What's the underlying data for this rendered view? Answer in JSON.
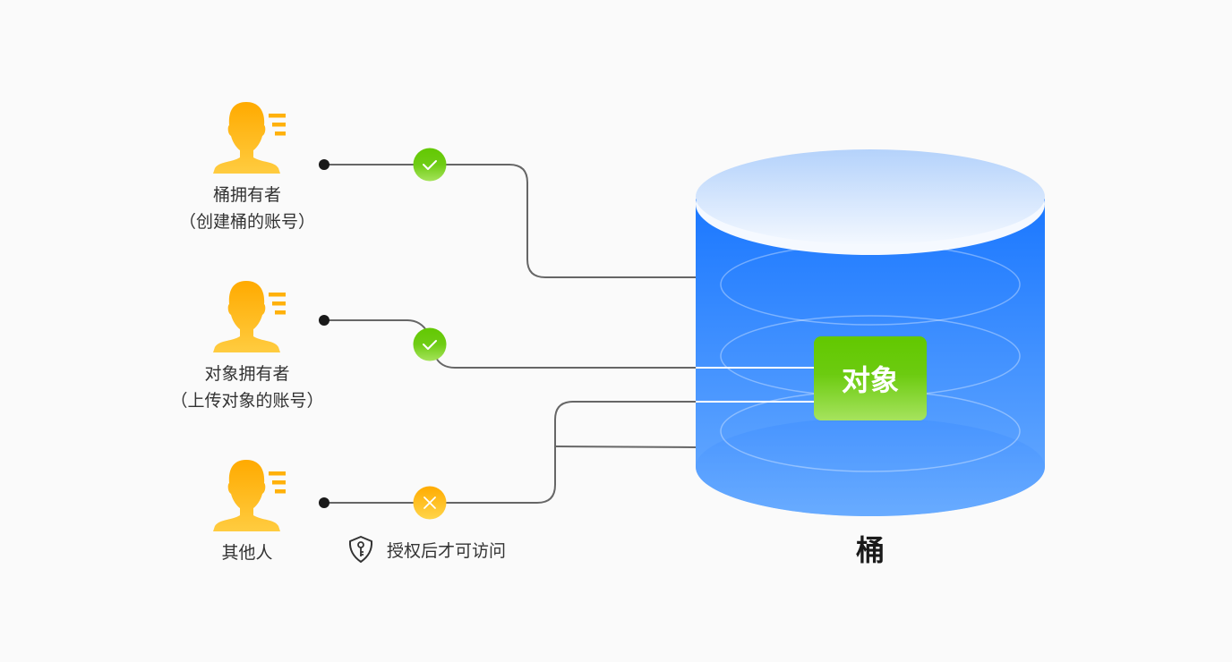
{
  "actors": [
    {
      "name": "桶拥有者",
      "desc": "（创建桶的账号）",
      "access": "allowed",
      "icon": "user-icon"
    },
    {
      "name": "对象拥有者",
      "desc": "（上传对象的账号）",
      "access": "allowed",
      "icon": "user-icon"
    },
    {
      "name": "其他人",
      "desc": "",
      "access": "denied",
      "icon": "user-icon"
    }
  ],
  "bucket": {
    "label": "桶"
  },
  "object": {
    "label": "对象"
  },
  "note": {
    "icon": "shield-key-icon",
    "text": "授权后才可访问"
  },
  "colors": {
    "user": "#ffb10a",
    "allowed": "#62c802",
    "denied": "#ffb80f",
    "bucket_top": "#1b79ff",
    "bucket_bottom": "#66aaff",
    "line": "#666666"
  }
}
